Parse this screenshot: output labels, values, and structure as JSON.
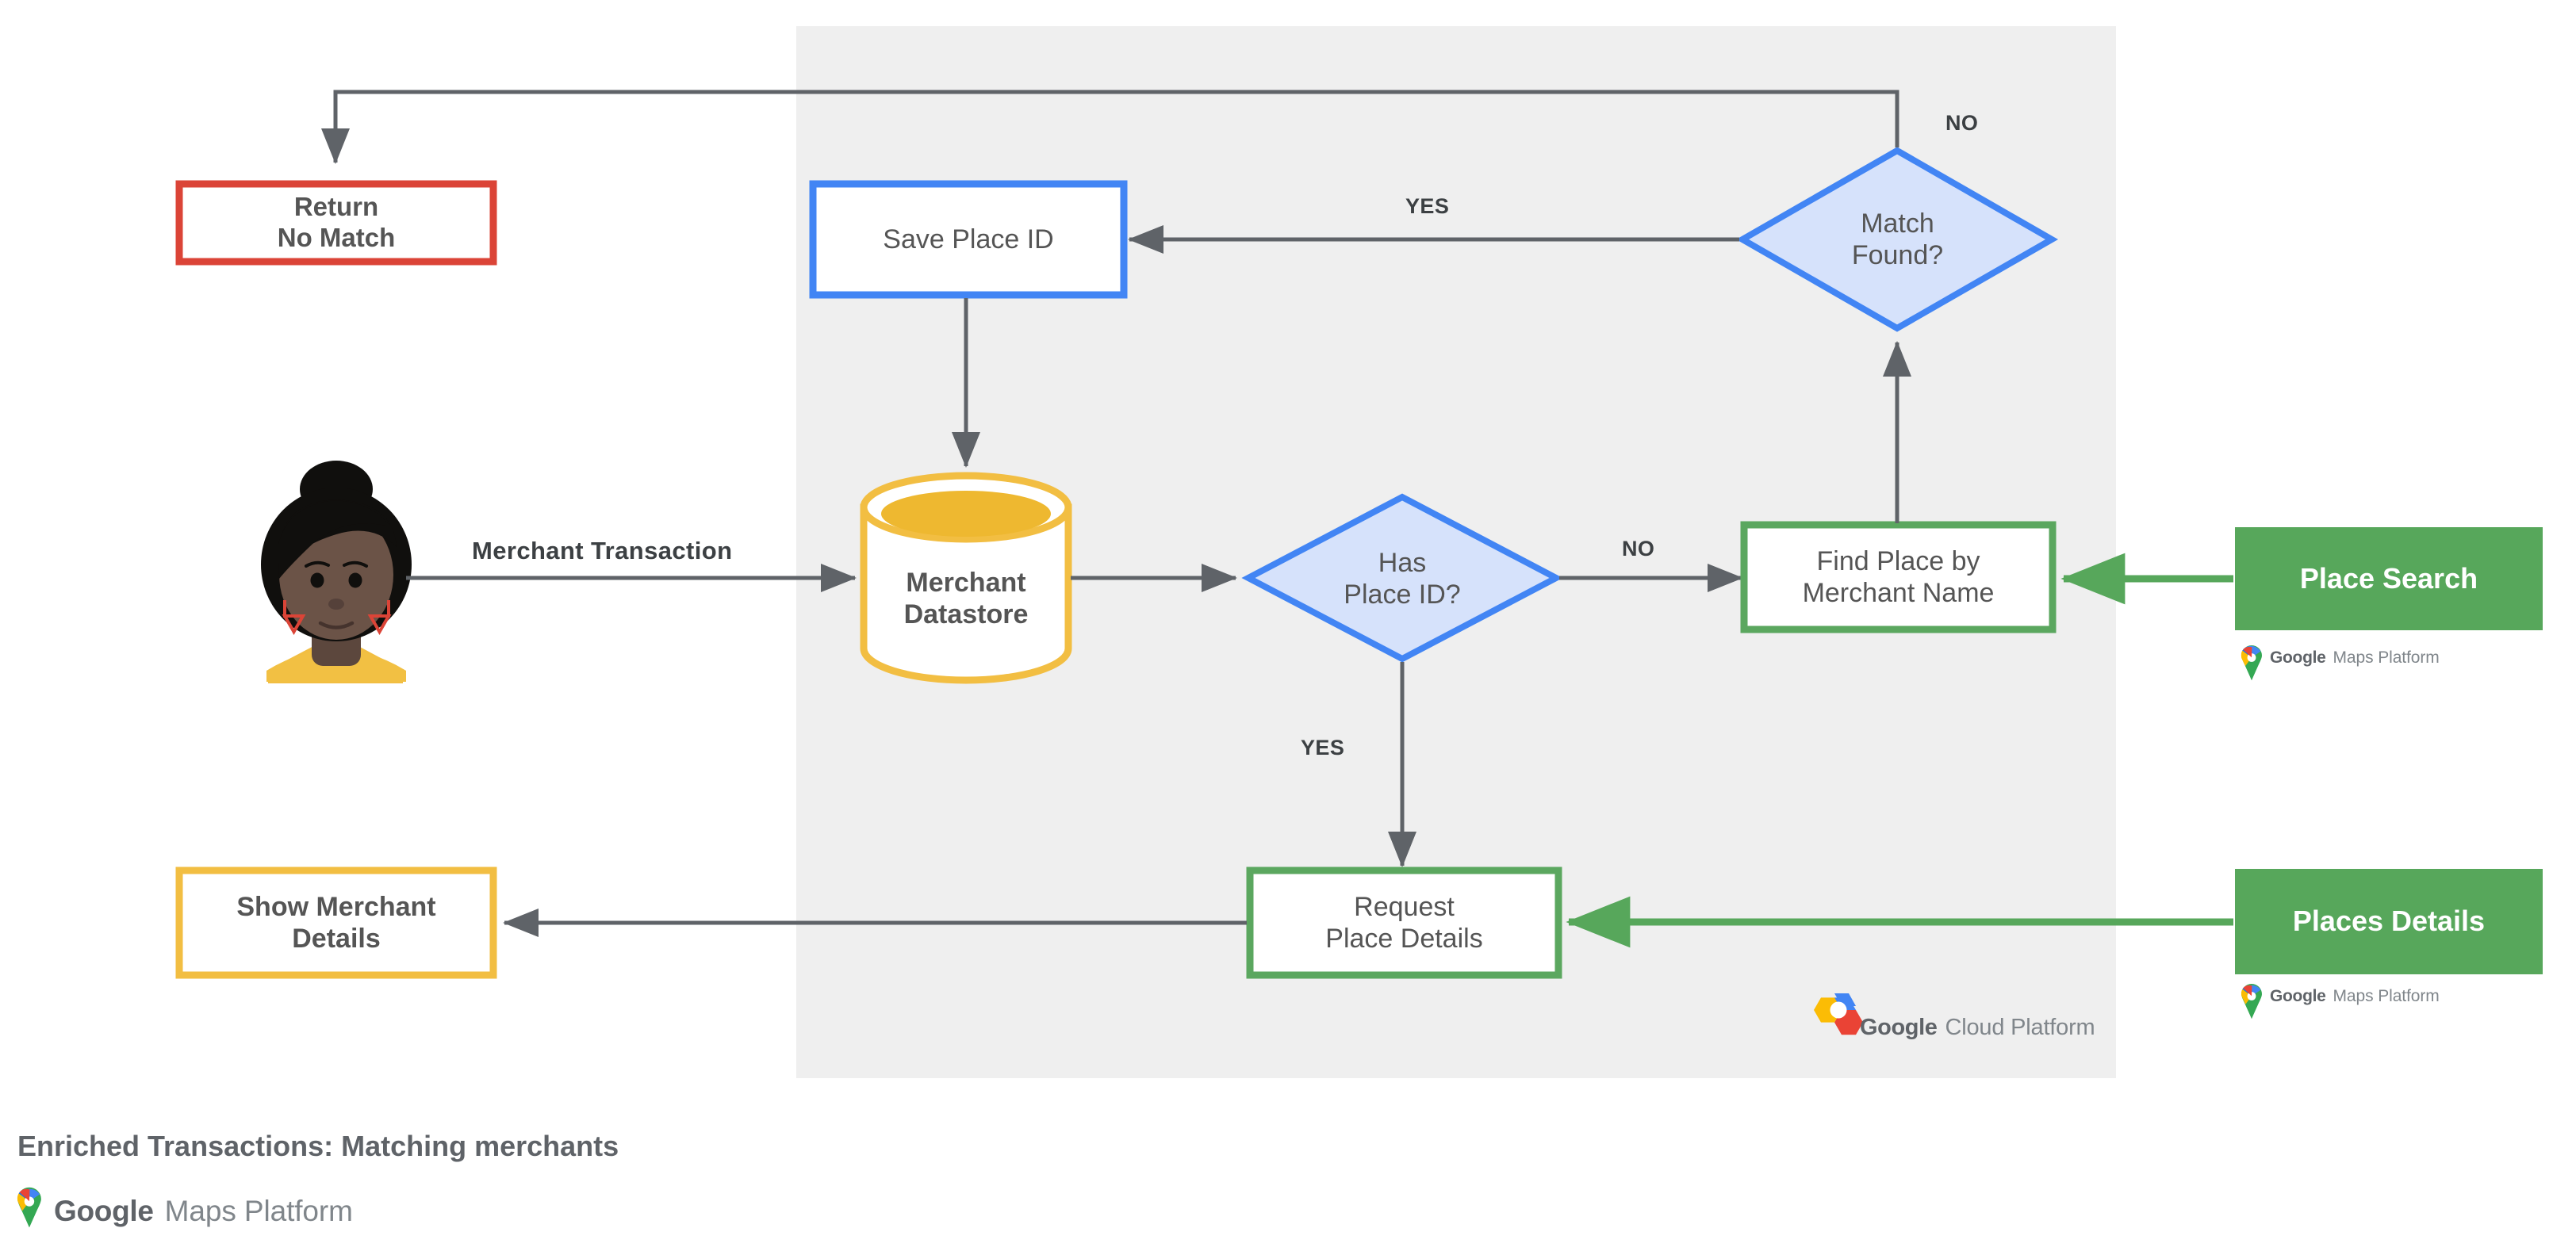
{
  "diagram": {
    "caption": "Enriched Transactions: Matching merchants",
    "background_panel_color": "#EFEFEF",
    "colors": {
      "blue": "#4285F4",
      "blue_fill": "#D6E2FB",
      "green": "#5BA75F",
      "green_fill": "#57A75B",
      "yellow": "#F2BE42",
      "red": "#DB4437",
      "arrow_gray": "#5F6368",
      "text_gray": "#555555"
    },
    "nodes": [
      {
        "id": "return-no-match",
        "label": "Return\nNo Match",
        "shape": "rect",
        "border": "#DB4437",
        "fill": "#FFFFFF"
      },
      {
        "id": "save-place-id",
        "label": "Save Place ID",
        "shape": "rect",
        "border": "#4285F4",
        "fill": "#FFFFFF"
      },
      {
        "id": "match-found",
        "label": "Match\nFound?",
        "shape": "diamond",
        "border": "#4285F4",
        "fill": "#D6E2FB"
      },
      {
        "id": "merchant-datastore",
        "label": "Merchant\nDatastore",
        "shape": "cylinder",
        "border": "#F2BE42",
        "fill": "#FFFFFF"
      },
      {
        "id": "has-place-id",
        "label": "Has\nPlace ID?",
        "shape": "diamond",
        "border": "#4285F4",
        "fill": "#D6E2FB"
      },
      {
        "id": "find-place-by-merchant-name",
        "label": "Find Place by\nMerchant Name",
        "shape": "rect",
        "border": "#5BA75F",
        "fill": "#FFFFFF"
      },
      {
        "id": "place-search",
        "label": "Place Search",
        "shape": "rect-filled",
        "border": "#57A75B",
        "fill": "#57A75B"
      },
      {
        "id": "request-place-details",
        "label": "Request\nPlace Details",
        "shape": "rect",
        "border": "#5BA75F",
        "fill": "#FFFFFF"
      },
      {
        "id": "places-details",
        "label": "Places Details",
        "shape": "rect-filled",
        "border": "#57A75B",
        "fill": "#57A75B"
      },
      {
        "id": "show-merchant-details",
        "label": "Show Merchant\nDetails",
        "shape": "rect",
        "border": "#F2BE42",
        "fill": "#FFFFFF"
      }
    ],
    "edge_labels": [
      {
        "id": "merchant-transaction",
        "text": "Merchant Transaction"
      },
      {
        "id": "yes-match-found",
        "text": "YES"
      },
      {
        "id": "no-match-found",
        "text": "NO"
      },
      {
        "id": "no-has-place-id",
        "text": "NO"
      },
      {
        "id": "yes-has-place-id",
        "text": "YES"
      }
    ],
    "logos": {
      "maps_platform_google": "Google",
      "maps_platform_rest": "Maps Platform",
      "cloud_platform_google": "Google",
      "cloud_platform_rest": "Cloud Platform"
    },
    "actor": {
      "id": "merchant-customer-avatar",
      "alt": "person-avatar"
    }
  }
}
